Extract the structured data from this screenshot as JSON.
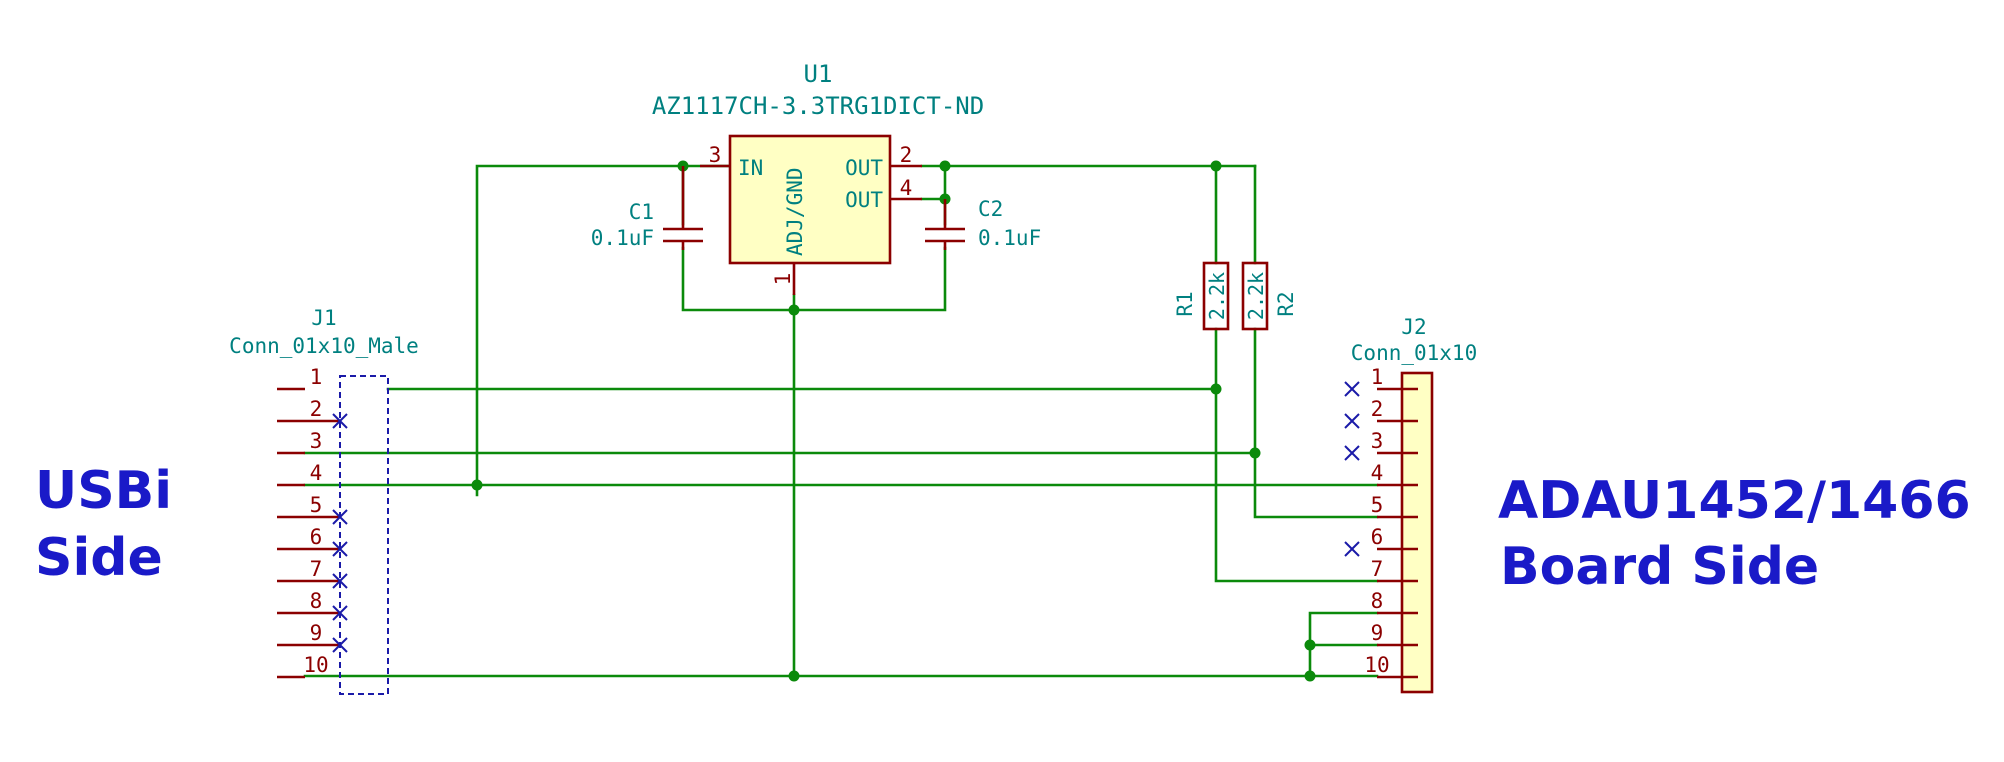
{
  "regulator": {
    "ref": "U1",
    "value": "AZ1117CH-3.3TRG1DICT-ND",
    "pins": {
      "in": "IN",
      "out1": "OUT",
      "out2": "OUT",
      "gnd": "ADJ/GND"
    },
    "pin_numbers": {
      "in": "3",
      "out1": "2",
      "out2": "4",
      "gnd": "1"
    }
  },
  "c1": {
    "ref": "C1",
    "value": "0.1uF"
  },
  "c2": {
    "ref": "C2",
    "value": "0.1uF"
  },
  "r1": {
    "ref": "R1",
    "value": "2.2k"
  },
  "r2": {
    "ref": "R2",
    "value": "2.2k"
  },
  "j1": {
    "ref": "J1",
    "value": "Conn_01x10_Male",
    "pins": [
      "1",
      "2",
      "3",
      "4",
      "5",
      "6",
      "7",
      "8",
      "9",
      "10"
    ]
  },
  "j2": {
    "ref": "J2",
    "value": "Conn_01x10",
    "pins": [
      "1",
      "2",
      "3",
      "4",
      "5",
      "6",
      "7",
      "8",
      "9",
      "10"
    ]
  },
  "labels": {
    "left": [
      "USBi",
      "Side"
    ],
    "right": [
      "ADAU1452/1466",
      "Board Side"
    ]
  },
  "colors": {
    "wire": "#0b8a0b",
    "pin": "#8b0000",
    "ref_text": "#008080",
    "pin_text": "#8b0000",
    "title": "#1a1ac8",
    "no_connect": "#1a1aa8",
    "body_fill": "#ffffc4"
  }
}
